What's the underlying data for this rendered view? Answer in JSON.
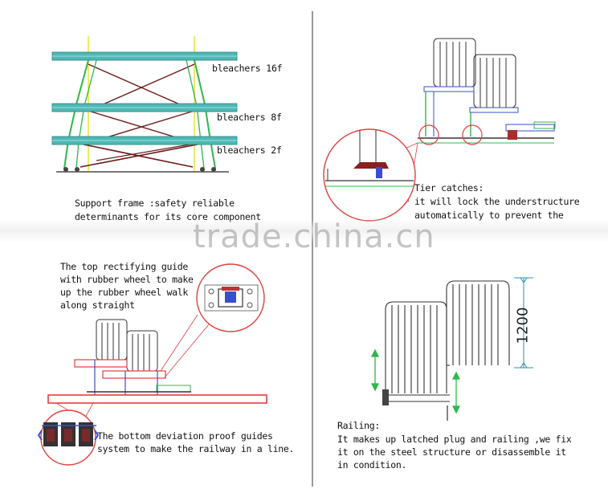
{
  "panel_tl": {
    "label_16f": "bleachers 16f",
    "label_8f": "bleachers 8f",
    "label_2f": "bleachers 2f",
    "caption_line1": "Support frame :safety reliable",
    "caption_line2": "determinants for its core component"
  },
  "panel_tr": {
    "caption_line1": "Tier catches:",
    "caption_line2": "it will lock the understructure",
    "caption_line3": "automatically to prevent the"
  },
  "panel_bl": {
    "top_line1": "The top rectifying guide",
    "top_line2": "with rubber wheel to make",
    "top_line3": "up the rubber wheel walk",
    "top_line4": "along straight",
    "bottom_line1": "The bottom deviation proof guides",
    "bottom_line2": "system to make the railway in a line."
  },
  "panel_br": {
    "dimension": "1200",
    "caption_line1": "Railing:",
    "caption_line2": "It makes up latched plug and railing ,we fix",
    "caption_line3": "it on the steel structure or disassemble it",
    "caption_line4": "in condition."
  },
  "watermark": "trade.china.cn",
  "colors": {
    "deck_cyan": "#4fb8b5",
    "frame_green": "#2db84a",
    "brace_dark": "#6b1a1a",
    "post_yellow": "#e8e23a",
    "callout_red": "#e04040",
    "steel_blue": "#3a4fd0",
    "divider": "#555555"
  }
}
